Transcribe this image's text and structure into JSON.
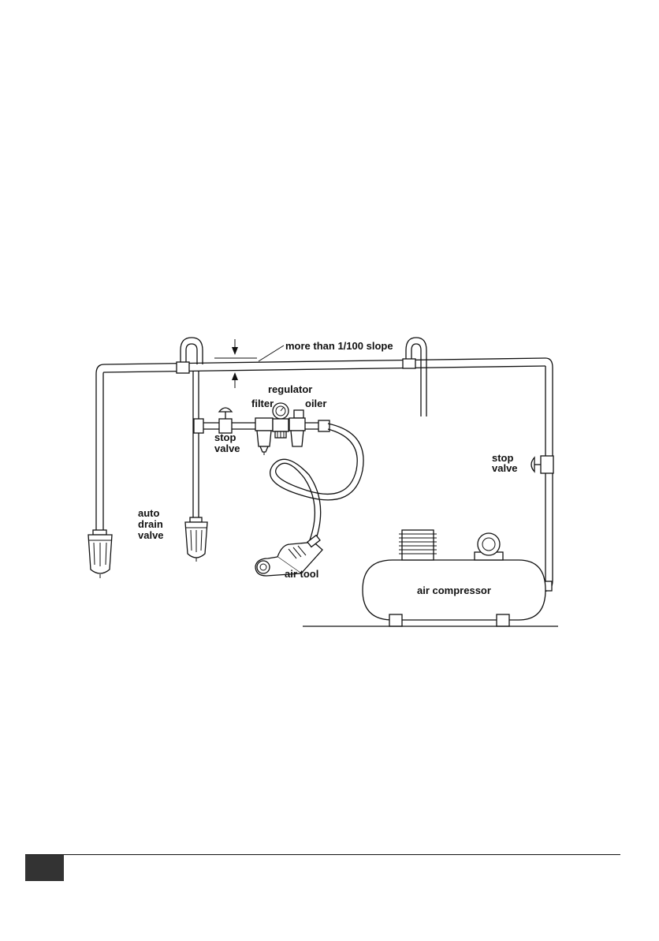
{
  "labels": {
    "slope": "more than 1/100 slope",
    "regulator": "regulator",
    "filter": "filter",
    "oiler": "oiler",
    "stop_valve_left_1": "stop",
    "stop_valve_left_2": "valve",
    "stop_valve_right_1": "stop",
    "stop_valve_right_2": "valve",
    "auto_drain_1": "auto",
    "auto_drain_2": "drain",
    "auto_drain_3": "valve",
    "air_tool": "air tool",
    "air_compressor": "air compressor"
  },
  "colors": {
    "ink": "#111111",
    "footer_box": "#333333",
    "background": "#ffffff"
  }
}
